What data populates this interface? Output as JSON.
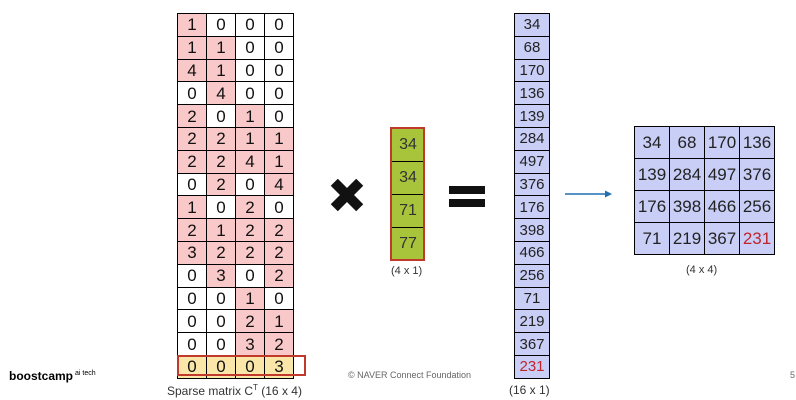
{
  "sparse_matrix": {
    "label": "Sparse matrix C",
    "label_superscript": "T",
    "label_dims": "(16 x 4)",
    "rows": [
      [
        "1",
        "0",
        "0",
        "0"
      ],
      [
        "1",
        "1",
        "0",
        "0"
      ],
      [
        "4",
        "1",
        "0",
        "0"
      ],
      [
        "0",
        "4",
        "0",
        "0"
      ],
      [
        "2",
        "0",
        "1",
        "0"
      ],
      [
        "2",
        "2",
        "1",
        "1"
      ],
      [
        "2",
        "2",
        "4",
        "1"
      ],
      [
        "0",
        "2",
        "0",
        "4"
      ],
      [
        "1",
        "0",
        "2",
        "0"
      ],
      [
        "2",
        "1",
        "2",
        "2"
      ],
      [
        "3",
        "2",
        "2",
        "2"
      ],
      [
        "0",
        "3",
        "0",
        "2"
      ],
      [
        "0",
        "0",
        "1",
        "0"
      ],
      [
        "0",
        "0",
        "2",
        "1"
      ],
      [
        "0",
        "0",
        "3",
        "2"
      ],
      [
        "0",
        "0",
        "0",
        "3"
      ]
    ]
  },
  "vector": {
    "values": [
      "34",
      "34",
      "71",
      "77"
    ],
    "label": "(4 x 1)"
  },
  "result_vector": {
    "values": [
      "34",
      "68",
      "170",
      "136",
      "139",
      "284",
      "497",
      "376",
      "176",
      "398",
      "466",
      "256",
      "71",
      "219",
      "367",
      "231"
    ],
    "label": "(16 x 1)"
  },
  "result_matrix": {
    "rows": [
      [
        "34",
        "68",
        "170",
        "136"
      ],
      [
        "139",
        "284",
        "497",
        "376"
      ],
      [
        "176",
        "398",
        "466",
        "256"
      ],
      [
        "71",
        "219",
        "367",
        "231"
      ]
    ],
    "label": "(4 x 4)"
  },
  "operators": {
    "multiply_icon": "times-icon",
    "equals_icon": "equals-icon",
    "arrow_icon": "right-arrow-icon"
  },
  "colors": {
    "nonzero_cell": "#f8c9c8",
    "highlight_row": "#f9e6a8",
    "highlight_border": "#c0392b",
    "vector_cell": "#a8c43a",
    "result_cell": "#c9cef7",
    "highlight_value": "#c0252b",
    "arrow": "#1f6fb2"
  },
  "footer": {
    "logo_text": "boostcamp",
    "logo_sup": "ai tech",
    "copyright": "© NAVER Connect Foundation",
    "page_number": "5"
  }
}
